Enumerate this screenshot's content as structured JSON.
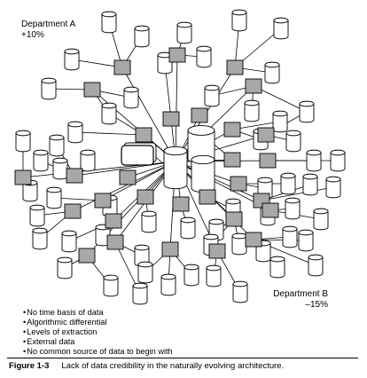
{
  "labels": {
    "dept_a_name": "Department A",
    "dept_a_value": "+10%",
    "dept_b_name": "Department B",
    "dept_b_value": "–15%"
  },
  "bullets": [
    "No time basis of data",
    "Algorithmic differential",
    "Levels of extraction",
    "External data",
    "No common source of data to begin with"
  ],
  "caption": {
    "figure": "Figure 1-3",
    "text": "Lack of data credibility in the naturally evolving architecture."
  },
  "colors": {
    "process_fill": "#a8a8a8",
    "line": "#000000",
    "db_fill": "#ffffff"
  }
}
